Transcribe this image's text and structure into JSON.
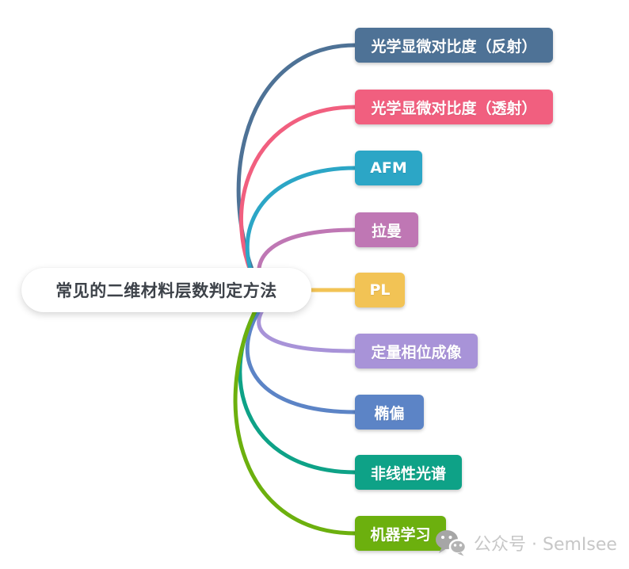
{
  "root": {
    "label": "常见的二维材料层数判定方法",
    "bg_color": "#ffffff",
    "text_color": "#3d4249"
  },
  "branches": [
    {
      "label": "光学显微对比度（反射）",
      "color": "#4e7296"
    },
    {
      "label": "光学显微对比度（透射）",
      "color": "#f15f7f"
    },
    {
      "label": "AFM",
      "color": "#2ca6c6"
    },
    {
      "label": "拉曼",
      "color": "#bf77b4"
    },
    {
      "label": "PL",
      "color": "#f2c355"
    },
    {
      "label": "定量相位成像",
      "color": "#a893d8"
    },
    {
      "label": "椭偏",
      "color": "#5c84c6"
    },
    {
      "label": "非线性光谱",
      "color": "#0ea287"
    },
    {
      "label": "机器学习",
      "color": "#6cb00e"
    }
  ],
  "watermark": {
    "icon": "wechat-icon",
    "text": "公众号 · SemIsee",
    "text_color": "#c7c7c7",
    "icon_color_big": "#a6a6a6",
    "icon_color_small": "#b4b4b4"
  }
}
